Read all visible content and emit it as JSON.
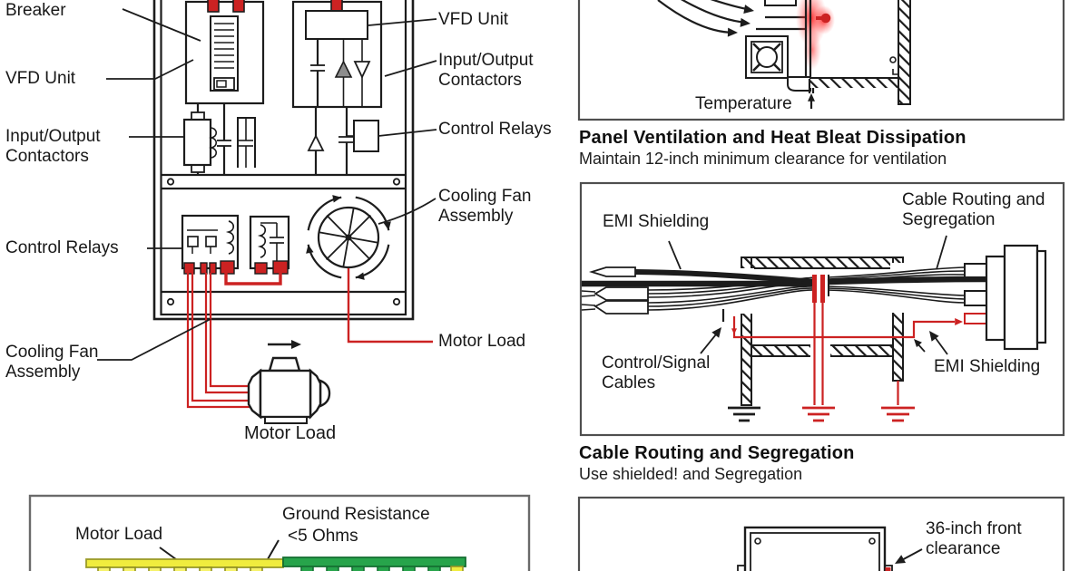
{
  "panel_diagram": {
    "left_labels": {
      "breaker": "Breaker",
      "vfd": "VFD Unit",
      "io_line1": "Input/Output",
      "io_line2": "Contactors",
      "relays": "Control Relays",
      "fan_line1": "Cooling Fan",
      "fan_line2": "Assembly"
    },
    "right_labels": {
      "vfd": "VFD Unit",
      "io_line1": "Input/Output",
      "io_line2": "Contactors",
      "relays": "Control Relays",
      "fan_line1": "Cooling Fan",
      "fan_line2": "Assembly",
      "motor": "Motor Load"
    },
    "motor_caption": "Motor Load"
  },
  "grounding_panel": {
    "motor_label": "Motor Load",
    "resistance_line1": "Ground Resistance",
    "resistance_line2": "<5 Ohms"
  },
  "ventilation_panel": {
    "temperature_label": "Temperature",
    "title": "Panel Ventilation and Heat Bleat Dissipation",
    "subtitle": "Maintain 12-inch minimum clearance for ventilation"
  },
  "cable_panel": {
    "emi_shielding_top": "EMI Shielding",
    "routing_line1": "Cable Routing and",
    "routing_line2": "Segregation",
    "control_cables_line1": "Control/Signal",
    "control_cables_line2": "Cables",
    "emi_shielding_bottom": "EMI Shielding",
    "title": "Cable Routing and Segregation",
    "subtitle": "Use shielded! and Segregation"
  },
  "clearance_panel": {
    "clearance_line1": "36-inch front",
    "clearance_line2": "clearance"
  },
  "colors": {
    "wire_red": "#cc2222",
    "busbar_yellow": "#f0ec3e",
    "busbar_green": "#27a44b",
    "heat_glow": "#ff2020",
    "line_black": "#1a1a1a",
    "panel_border_gray": "#5a5a5a"
  }
}
